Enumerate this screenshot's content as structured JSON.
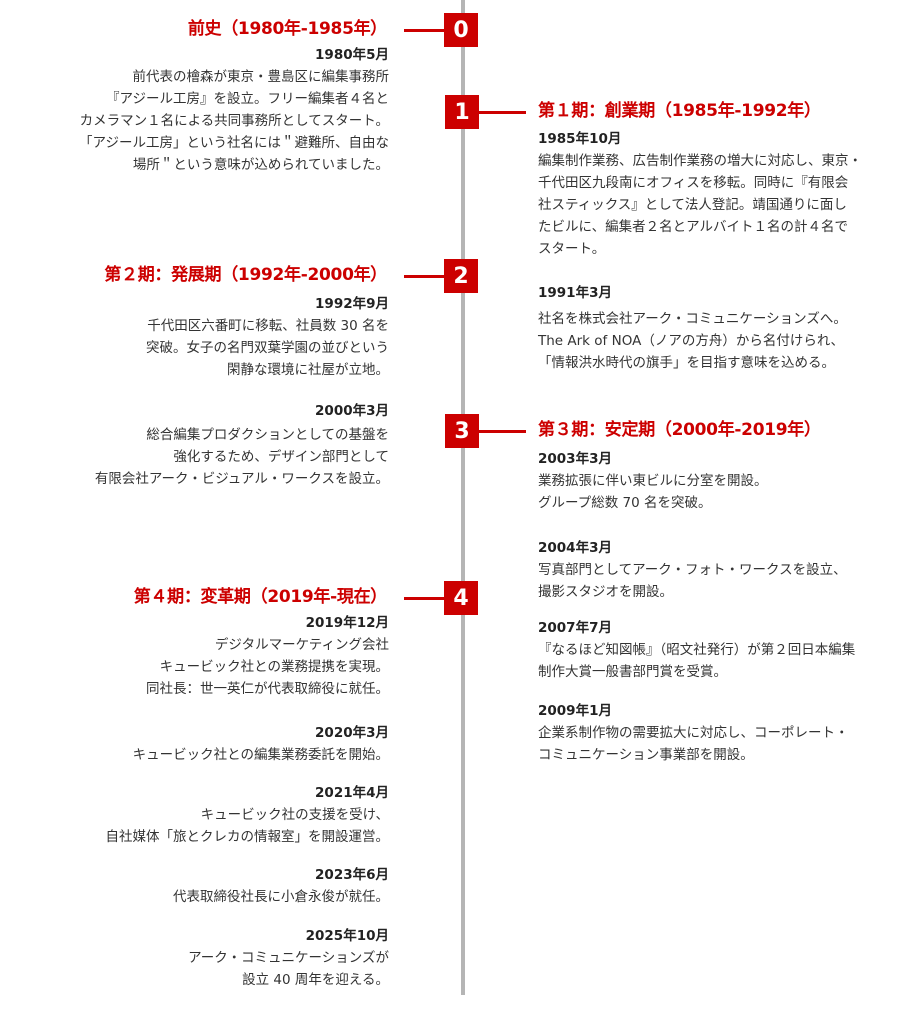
{
  "periods": {
    "p0": {
      "number": "0",
      "title": "前史（1980年-1985年）"
    },
    "p1": {
      "number": "1",
      "title": "第１期：創業期（1985年-1992年）"
    },
    "p2": {
      "number": "2",
      "title": "第２期：発展期（1992年-2000年）"
    },
    "p3": {
      "number": "3",
      "title": "第３期：安定期（2000年-2019年）"
    },
    "p4": {
      "number": "4",
      "title": "第４期：変革期（2019年-現在）"
    }
  },
  "events": {
    "e1980": {
      "date": "1980年5月",
      "lines": [
        "前代表の檜森が東京・豊島区に編集事務所",
        "『アジール工房』を設立。フリー編集者４名と",
        "カメラマン１名による共同事務所としてスタート。",
        "「アジール工房」という社名には＂避難所、自由な",
        "場所＂という意味が込められていました。"
      ]
    },
    "e1985": {
      "date": "1985年10月",
      "lines": [
        "編集制作業務、広告制作業務の増大に対応し、東京・",
        "千代田区九段南にオフィスを移転。同時に『有限会",
        "社スティックス』として法人登記。靖国通りに面し",
        "たビルに、編集者２名とアルバイト１名の計４名で",
        "スタート。"
      ]
    },
    "e1991": {
      "date": "1991年3月",
      "lines": [
        "社名を株式会社アーク・コミュニケーションズへ。",
        "The Ark of NOA（ノアの方舟）から名付けられ、",
        "「情報洪水時代の旗手」を目指す意味を込める。"
      ]
    },
    "e1992": {
      "date": "1992年9月",
      "lines": [
        "千代田区六番町に移転、社員数 30 名を",
        "突破。女子の名門双葉学園の並びという",
        "閑静な環境に社屋が立地。"
      ]
    },
    "e2000": {
      "date": "2000年3月",
      "lines": [
        "総合編集プロダクションとしての基盤を",
        "強化するため、デザイン部門として",
        "有限会社アーク・ビジュアル・ワークスを設立。"
      ]
    },
    "e2003": {
      "date": "2003年3月",
      "lines": [
        "業務拡張に伴い東ビルに分室を開設。",
        "グループ総数 70 名を突破。"
      ]
    },
    "e2004": {
      "date": "2004年3月",
      "lines": [
        "写真部門としてアーク・フォト・ワークスを設立、",
        "撮影スタジオを開設。"
      ]
    },
    "e2007": {
      "date": "2007年7月",
      "lines": [
        "『なるほど知図帳』（昭文社発行）が第２回日本編集",
        "制作大賞一般書部門賞を受賞。"
      ]
    },
    "e2009": {
      "date": "2009年1月",
      "lines": [
        "企業系制作物の需要拡大に対応し、コーポレート・",
        "コミュニケーション事業部を開設。"
      ]
    },
    "e2019": {
      "date": "2019年12月",
      "lines": [
        "デジタルマーケティング会社",
        "キュービック社との業務提携を実現。",
        "同社長：世一英仁が代表取締役に就任。"
      ]
    },
    "e2020": {
      "date": "2020年3月",
      "lines": [
        "キュービック社との編集業務委託を開始。"
      ]
    },
    "e2021": {
      "date": "2021年4月",
      "lines": [
        "キュービック社の支援を受け、",
        "自社媒体「旅とクレカの情報室」を開設運営。"
      ]
    },
    "e2023": {
      "date": "2023年6月",
      "lines": [
        "代表取締役社長に小倉永俊が就任。"
      ]
    },
    "e2025": {
      "date": "2025年10月",
      "lines": [
        "アーク・コミュニケーションズが",
        "設立 40 周年を迎える。"
      ]
    }
  }
}
